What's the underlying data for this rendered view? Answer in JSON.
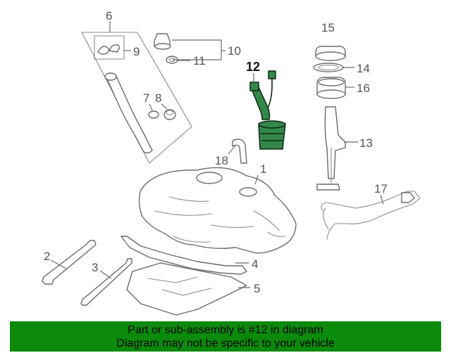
{
  "callouts": {
    "c1": "1",
    "c2": "2",
    "c3": "3",
    "c4": "4",
    "c5": "5",
    "c6": "6",
    "c7": "7",
    "c8": "8",
    "c9": "9",
    "c10": "10",
    "c11": "11",
    "c12": "12",
    "c13": "13",
    "c14": "14",
    "c15": "15",
    "c16": "16",
    "c17": "17",
    "c18": "18"
  },
  "highlighted_part": "12",
  "colors": {
    "highlight_fill": "#33884a",
    "banner_bg": "#0b8a0b",
    "line": "#6b6b6b"
  },
  "banner": {
    "line1": "Part or sub-assembly is #12 in diagram",
    "line2": "Diagram may not be specific to your vehicle"
  }
}
